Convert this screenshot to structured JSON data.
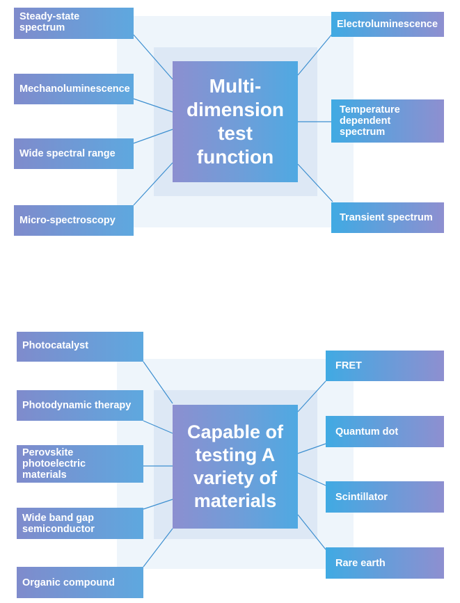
{
  "diagram1": {
    "center": "Multi-\ndimension\ntest\nfunction",
    "left": [
      "Steady-state\nspectrum",
      "Mechanoluminescence",
      "Wide spectral range",
      "Micro-spectroscopy"
    ],
    "right": [
      "Electroluminescence",
      "Temperature\ndependent\nspectrum",
      "Transient spectrum"
    ]
  },
  "diagram2": {
    "center": "Capable of\ntesting A\nvariety of\nmaterials",
    "left": [
      "Photocatalyst",
      "Photodynamic therapy",
      "Perovskite\nphotoelectric\nmaterials",
      "Wide band gap\nsemiconductor",
      "Organic compound"
    ],
    "right": [
      "FRET",
      "Quantum dot",
      "Scintillator",
      "Rare earth"
    ]
  },
  "colors": {
    "center_gradient": [
      "#8c8fd0",
      "#4fa9e2"
    ],
    "box_gradient_left": [
      "#7f8bcc",
      "#5ea8df"
    ],
    "box_gradient_right": [
      "#40aae3",
      "#8e8fd0"
    ],
    "outer_background": "#eef5fb",
    "inner_background": "#dde8f5",
    "connector": "#3d8fd0"
  }
}
